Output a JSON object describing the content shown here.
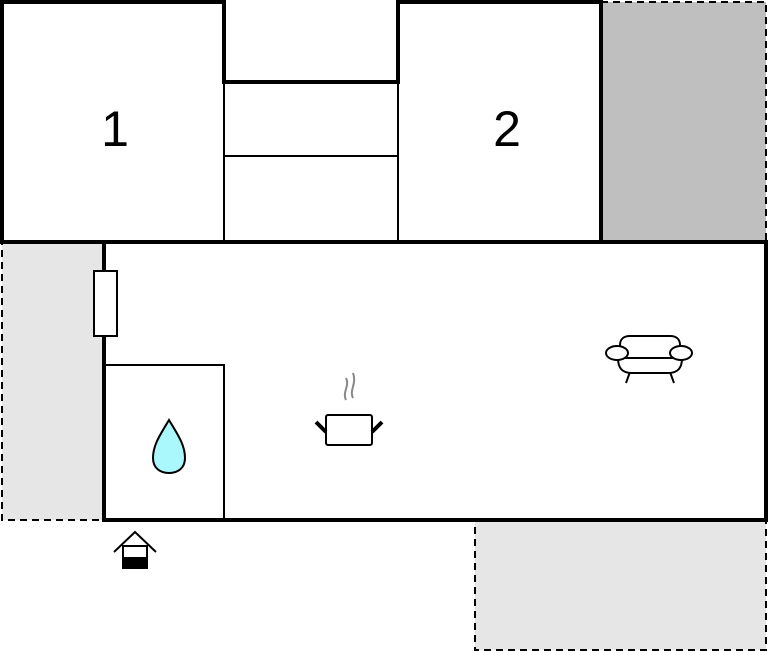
{
  "plan": {
    "rooms": [
      {
        "id": "bedroom-1",
        "label": "1"
      },
      {
        "id": "bedroom-2",
        "label": "2"
      }
    ],
    "icons": [
      "water-drop-icon",
      "cooking-pot-icon",
      "sofa-icon",
      "entrance-icon",
      "door-icon"
    ],
    "colors": {
      "terrace_dark": "#bfbfbf",
      "terrace_light": "#e6e6e6",
      "water": "#aaf8fb",
      "wall": "#000000"
    }
  }
}
